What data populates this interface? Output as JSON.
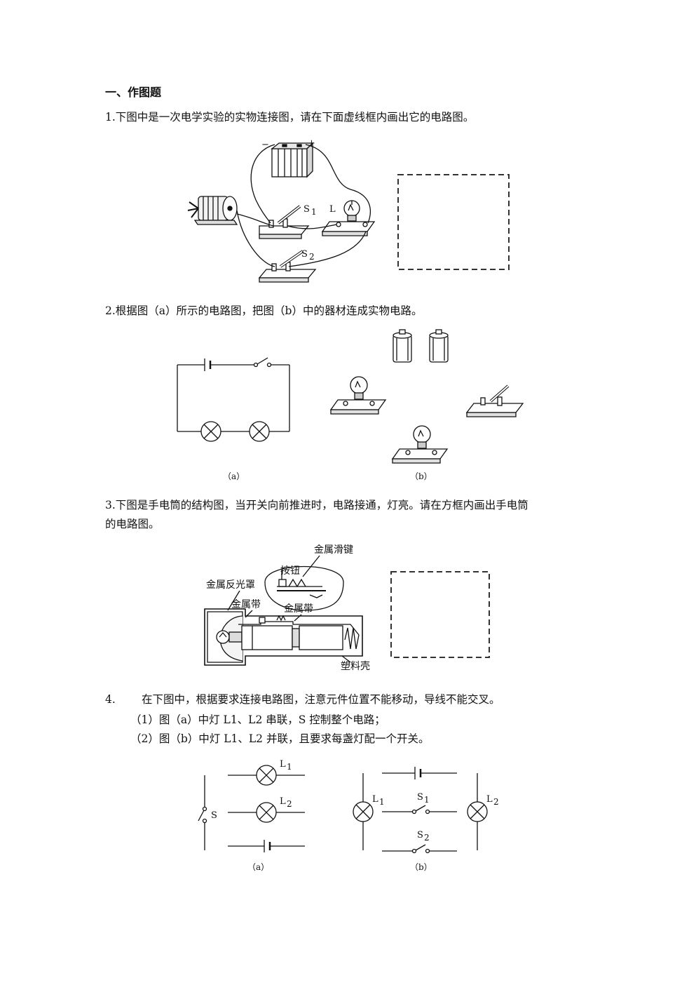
{
  "section_title": "一、作图题",
  "q1": {
    "text": "1.下图中是一次电学实验的实物连接图，请在下面虚线框内画出它的电路图。",
    "battery_minus": "−",
    "battery_plus": "+",
    "s1_main": "S",
    "s1_sub": "1",
    "lamp": "L",
    "s2_main": "S",
    "s2_sub": "2"
  },
  "q2": {
    "text": "2.根据图（a）所示的电路图，把图（b）中的器材连成实物电路。",
    "caption_a": "（a）",
    "caption_b": "（b）"
  },
  "q3": {
    "text_line1": "3.下图是手电筒的结构图，当开关向前推进时，电路接通，灯亮。请在方框内画出手电筒",
    "text_line2": "的电路图。",
    "label_slide_key": "金属滑键",
    "label_button": "按钮",
    "label_reflector": "金属反光罩",
    "label_strip1": "金属带",
    "label_strip2": "金属带",
    "label_shell": "塑料壳"
  },
  "q4": {
    "number": "4.",
    "text": "在下图中，根据要求连接电路图，注意元件位置不能移动，导线不能交叉。",
    "sub1": "（1）图（a）中灯 L1、L2 串联，S 控制整个电路；",
    "sub2": "（2）图（b）中灯 L1、L2 并联，且要求每盏灯配一个开关。",
    "a_L1_main": "L",
    "a_L1_sub": "1",
    "a_L2_main": "L",
    "a_L2_sub": "2",
    "a_S": "S",
    "b_L1_main": "L",
    "b_L1_sub": "1",
    "b_S1_main": "S",
    "b_S1_sub": "1",
    "b_L2_main": "L",
    "b_L2_sub": "2",
    "b_S2_main": "S",
    "b_S2_sub": "2",
    "caption_a": "（a）",
    "caption_b": "（b）"
  }
}
